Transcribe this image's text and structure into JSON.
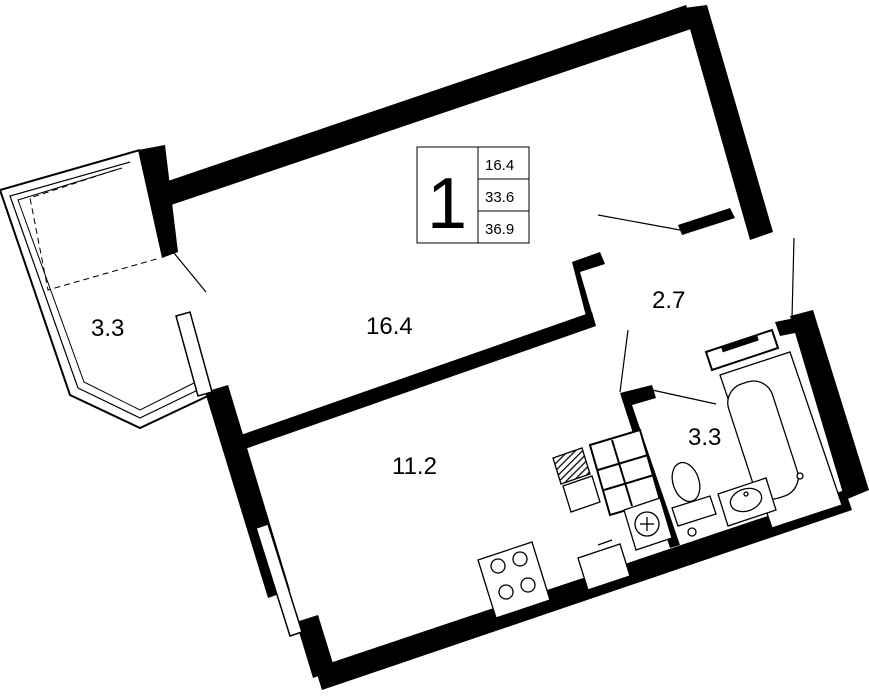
{
  "legend": {
    "rooms_count": "1",
    "living_area": "16.4",
    "total_area": "33.6",
    "total_with_balcony": "36.9"
  },
  "rooms": {
    "living_room": "16.4",
    "kitchen": "11.2",
    "hallway": "2.7",
    "bathroom": "3.3",
    "balcony": "3.3"
  },
  "colors": {
    "wall": "#000000",
    "background": "#ffffff",
    "hatch": "#000000"
  }
}
